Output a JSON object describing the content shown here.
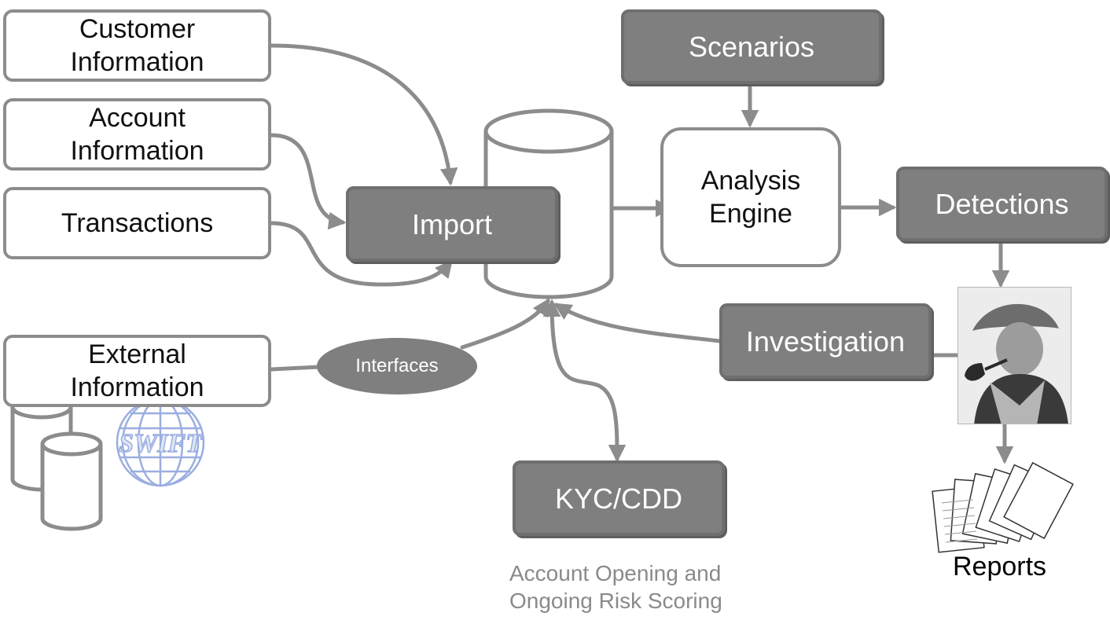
{
  "sources": {
    "customer": "Customer\nInformation",
    "account": "Account\nInformation",
    "transactions": "Transactions",
    "external": "External\nInformation"
  },
  "process": {
    "import": "Import",
    "scenarios": "Scenarios",
    "analysis_engine": "Analysis\nEngine",
    "detections": "Detections",
    "investigation": "Investigation",
    "kyc_cdd": "KYC/CDD",
    "interfaces": "Interfaces"
  },
  "captions": {
    "kyc_note": "Account Opening and\nOngoing Risk Scoring",
    "reports": "Reports"
  },
  "logo": {
    "swift": "SWIFT"
  },
  "colors": {
    "box_dark": "#7f7f7f",
    "border_gray": "#8c8c8c",
    "arrow_gray": "#8c8c8c",
    "caption_gray": "#8a8a8a",
    "logo_blue": "#9aaee0"
  },
  "icons": [
    "database-icon",
    "swift-logo-icon",
    "detective-photo",
    "reports-stack-icon"
  ]
}
